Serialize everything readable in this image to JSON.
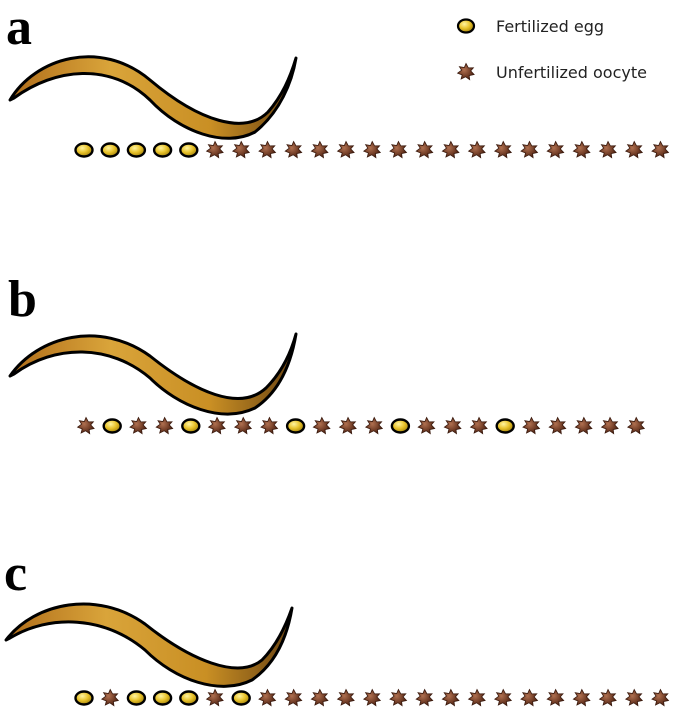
{
  "legend": {
    "fertilized_label": "Fertilized egg",
    "unfertilized_label": "Unfertilized oocyte",
    "fertilized_icon": "egg-icon",
    "unfertilized_icon": "oocyte-icon"
  },
  "colors": {
    "egg_fill": "#e0bd23",
    "egg_outline": "#000000",
    "oocyte_fill": "#6e3a24",
    "worm_body": "#c9911f",
    "worm_outline": "#000000"
  },
  "panels": [
    {
      "letter": "a",
      "sequence": "FFFFFUUUUUUUUUUUUUUUUUU"
    },
    {
      "letter": "b",
      "sequence": "UFUUFUUUFUUUFUUUFUUUUU"
    },
    {
      "letter": "c",
      "sequence": "FUFFFUFUUUUUUUUUUUUUUUU"
    }
  ]
}
